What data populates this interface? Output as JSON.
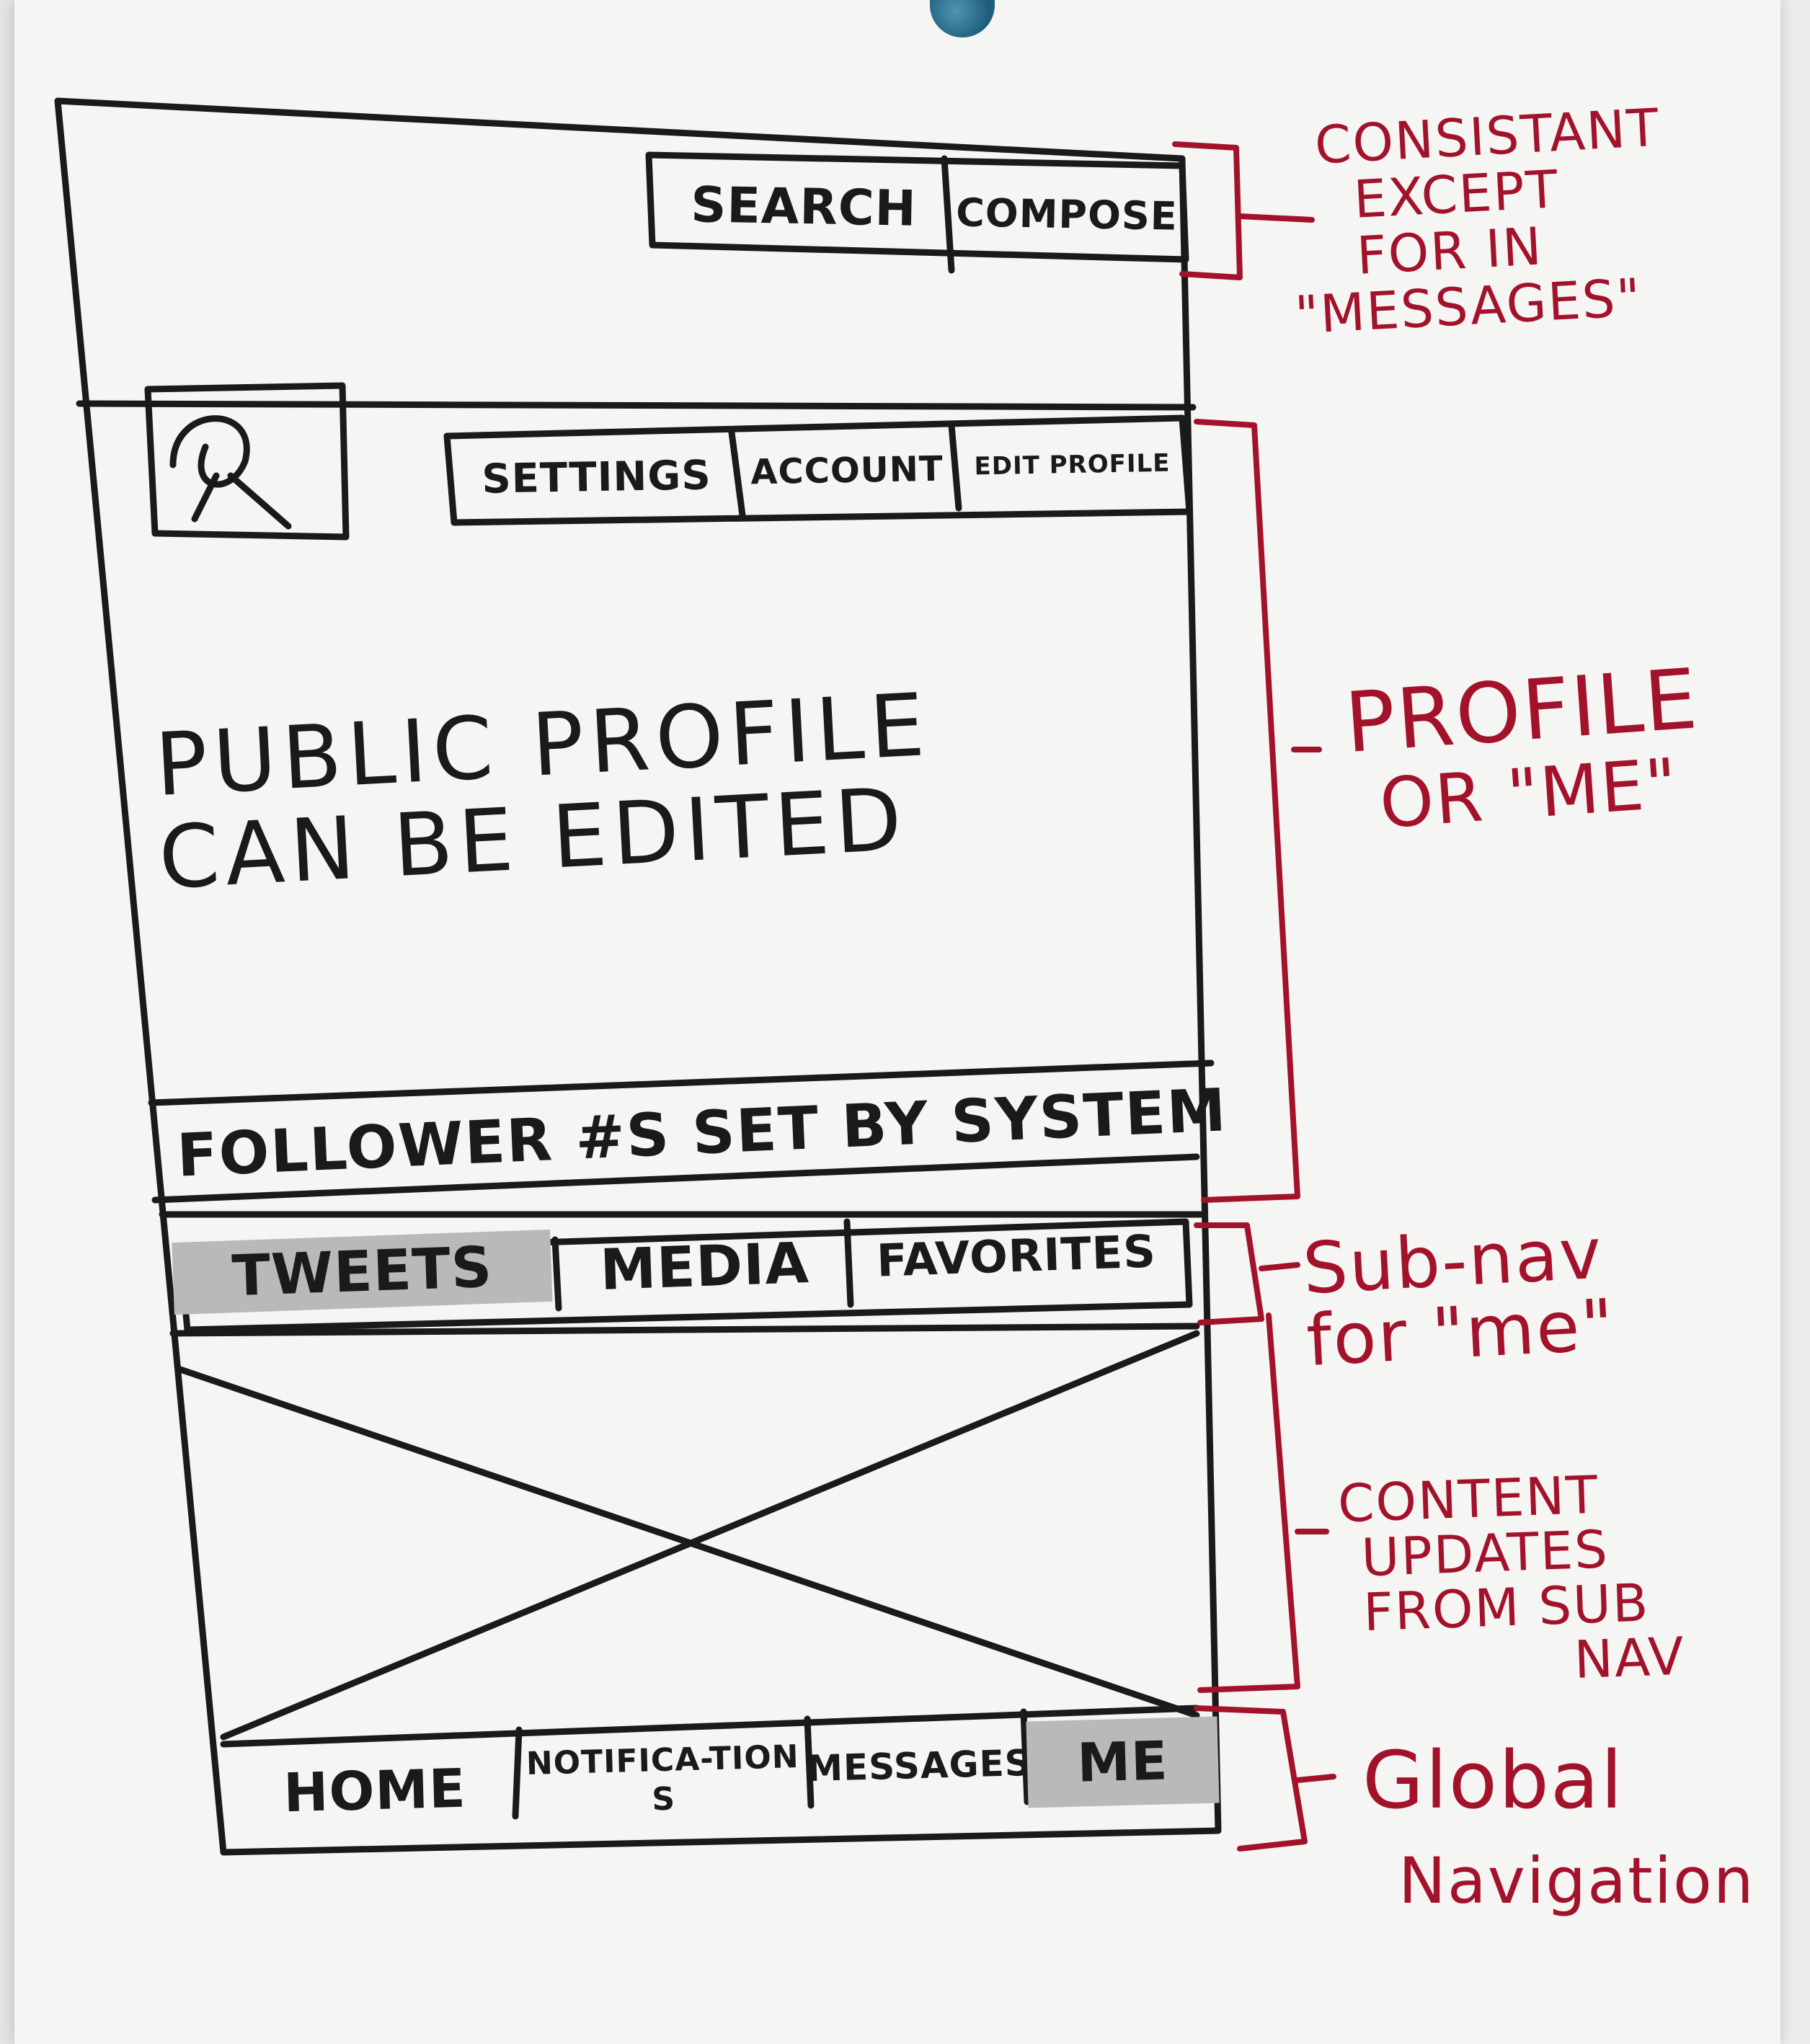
{
  "top_bar": {
    "search_label": "SEARCH",
    "compose_label": "COMPOSE"
  },
  "profile_header": {
    "settings_label": "SETTINGS",
    "account_label": "ACCOUNT",
    "edit_profile_label": "EDIT PROFILE"
  },
  "profile_body": {
    "line1": "PUBLIC PROFILE",
    "line2": "CAN BE EDITED"
  },
  "followers": {
    "text": "FOLLOWER #s SET BY SYSTEM"
  },
  "sub_nav": {
    "items": [
      {
        "label": "TWEETS",
        "selected": true
      },
      {
        "label": "MEDIA",
        "selected": false
      },
      {
        "label": "FAVORITES",
        "selected": false
      }
    ]
  },
  "global_nav": {
    "items": [
      {
        "label": "HOME",
        "selected": false
      },
      {
        "label": "NOTIFICA-TIONS",
        "selected": false
      },
      {
        "label": "MESSAGES",
        "selected": false
      },
      {
        "label": "ME",
        "selected": true
      }
    ]
  },
  "annotations": {
    "top_note": [
      "CONSISTANT",
      "EXCEPT",
      "FOR IN",
      "\"MESSAGES\""
    ],
    "profile_note": [
      "PROFILE",
      "OR \"ME\""
    ],
    "subnav_note": [
      "Sub-nav",
      "for \"me\""
    ],
    "content_note": [
      "CONTENT",
      "UPDATES",
      "FROM SUB",
      "NAV"
    ],
    "global_note": [
      "Global",
      "Navigation"
    ]
  },
  "colors": {
    "ink": "#1a1a1a",
    "annotation_red": "#a3122b",
    "selected_fill": "#b9b9bb",
    "paper": "#f5f5f3"
  }
}
